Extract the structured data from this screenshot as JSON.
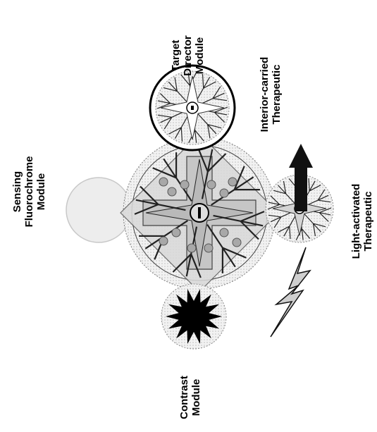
{
  "labels": {
    "target_director": [
      "Target",
      "Director",
      "Module"
    ],
    "interior_carried": [
      "Interior-carried",
      "Therapeutic"
    ],
    "sensing_fluorochrome": [
      "Sensing",
      "Fluorochrome",
      "Module"
    ],
    "light_activated": [
      "Light-activated",
      "Therapeutic"
    ],
    "contrast": [
      "Contrast",
      "Module"
    ]
  },
  "colors": {
    "core_fill": "#d9d9d9",
    "dendrimer_stroke": "#222222",
    "fluorochrome_fill": "#ededed",
    "particle_fill": "#a8a8a8",
    "arrow_fill": "#111111",
    "bolt_fill": "#cfcfcf",
    "contrast_fill": "#000000"
  }
}
